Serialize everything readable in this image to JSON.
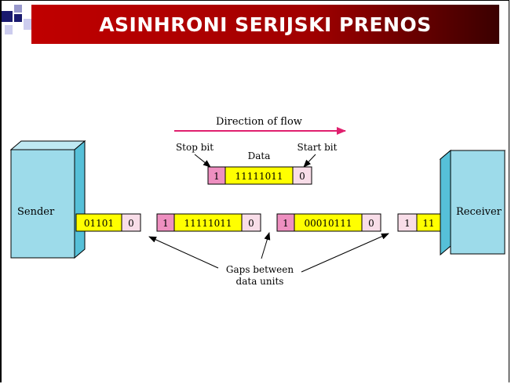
{
  "slide": {
    "title": "ASINHRONI SERIJSKI PRENOS"
  },
  "diagram": {
    "direction_label": "Direction of flow",
    "stop_bit_label": "Stop bit",
    "data_label": "Data",
    "start_bit_label": "Start bit",
    "example_frame": {
      "stop": "1",
      "data": "11111011",
      "start": "0"
    },
    "sender_label": "Sender",
    "receiver_label": "Receiver",
    "stream": [
      {
        "data": "01101",
        "start": "0"
      },
      {
        "stop": "1",
        "data": "11111011",
        "start": "0"
      },
      {
        "stop": "1",
        "data": "00010111",
        "start": "0"
      },
      {
        "stop": "1",
        "data": "11"
      }
    ],
    "gaps_label_line1": "Gaps between",
    "gaps_label_line2": "data units",
    "colors": {
      "box": "#9ddbea",
      "box_top": "#bfe9f3",
      "box_side": "#56c0d8",
      "data_bit": "#ffff00",
      "stop_bit": "#ee8fc0",
      "start_bit": "#f8dde8",
      "arrow": "#e0206e",
      "title_bg": "#b00000"
    }
  }
}
